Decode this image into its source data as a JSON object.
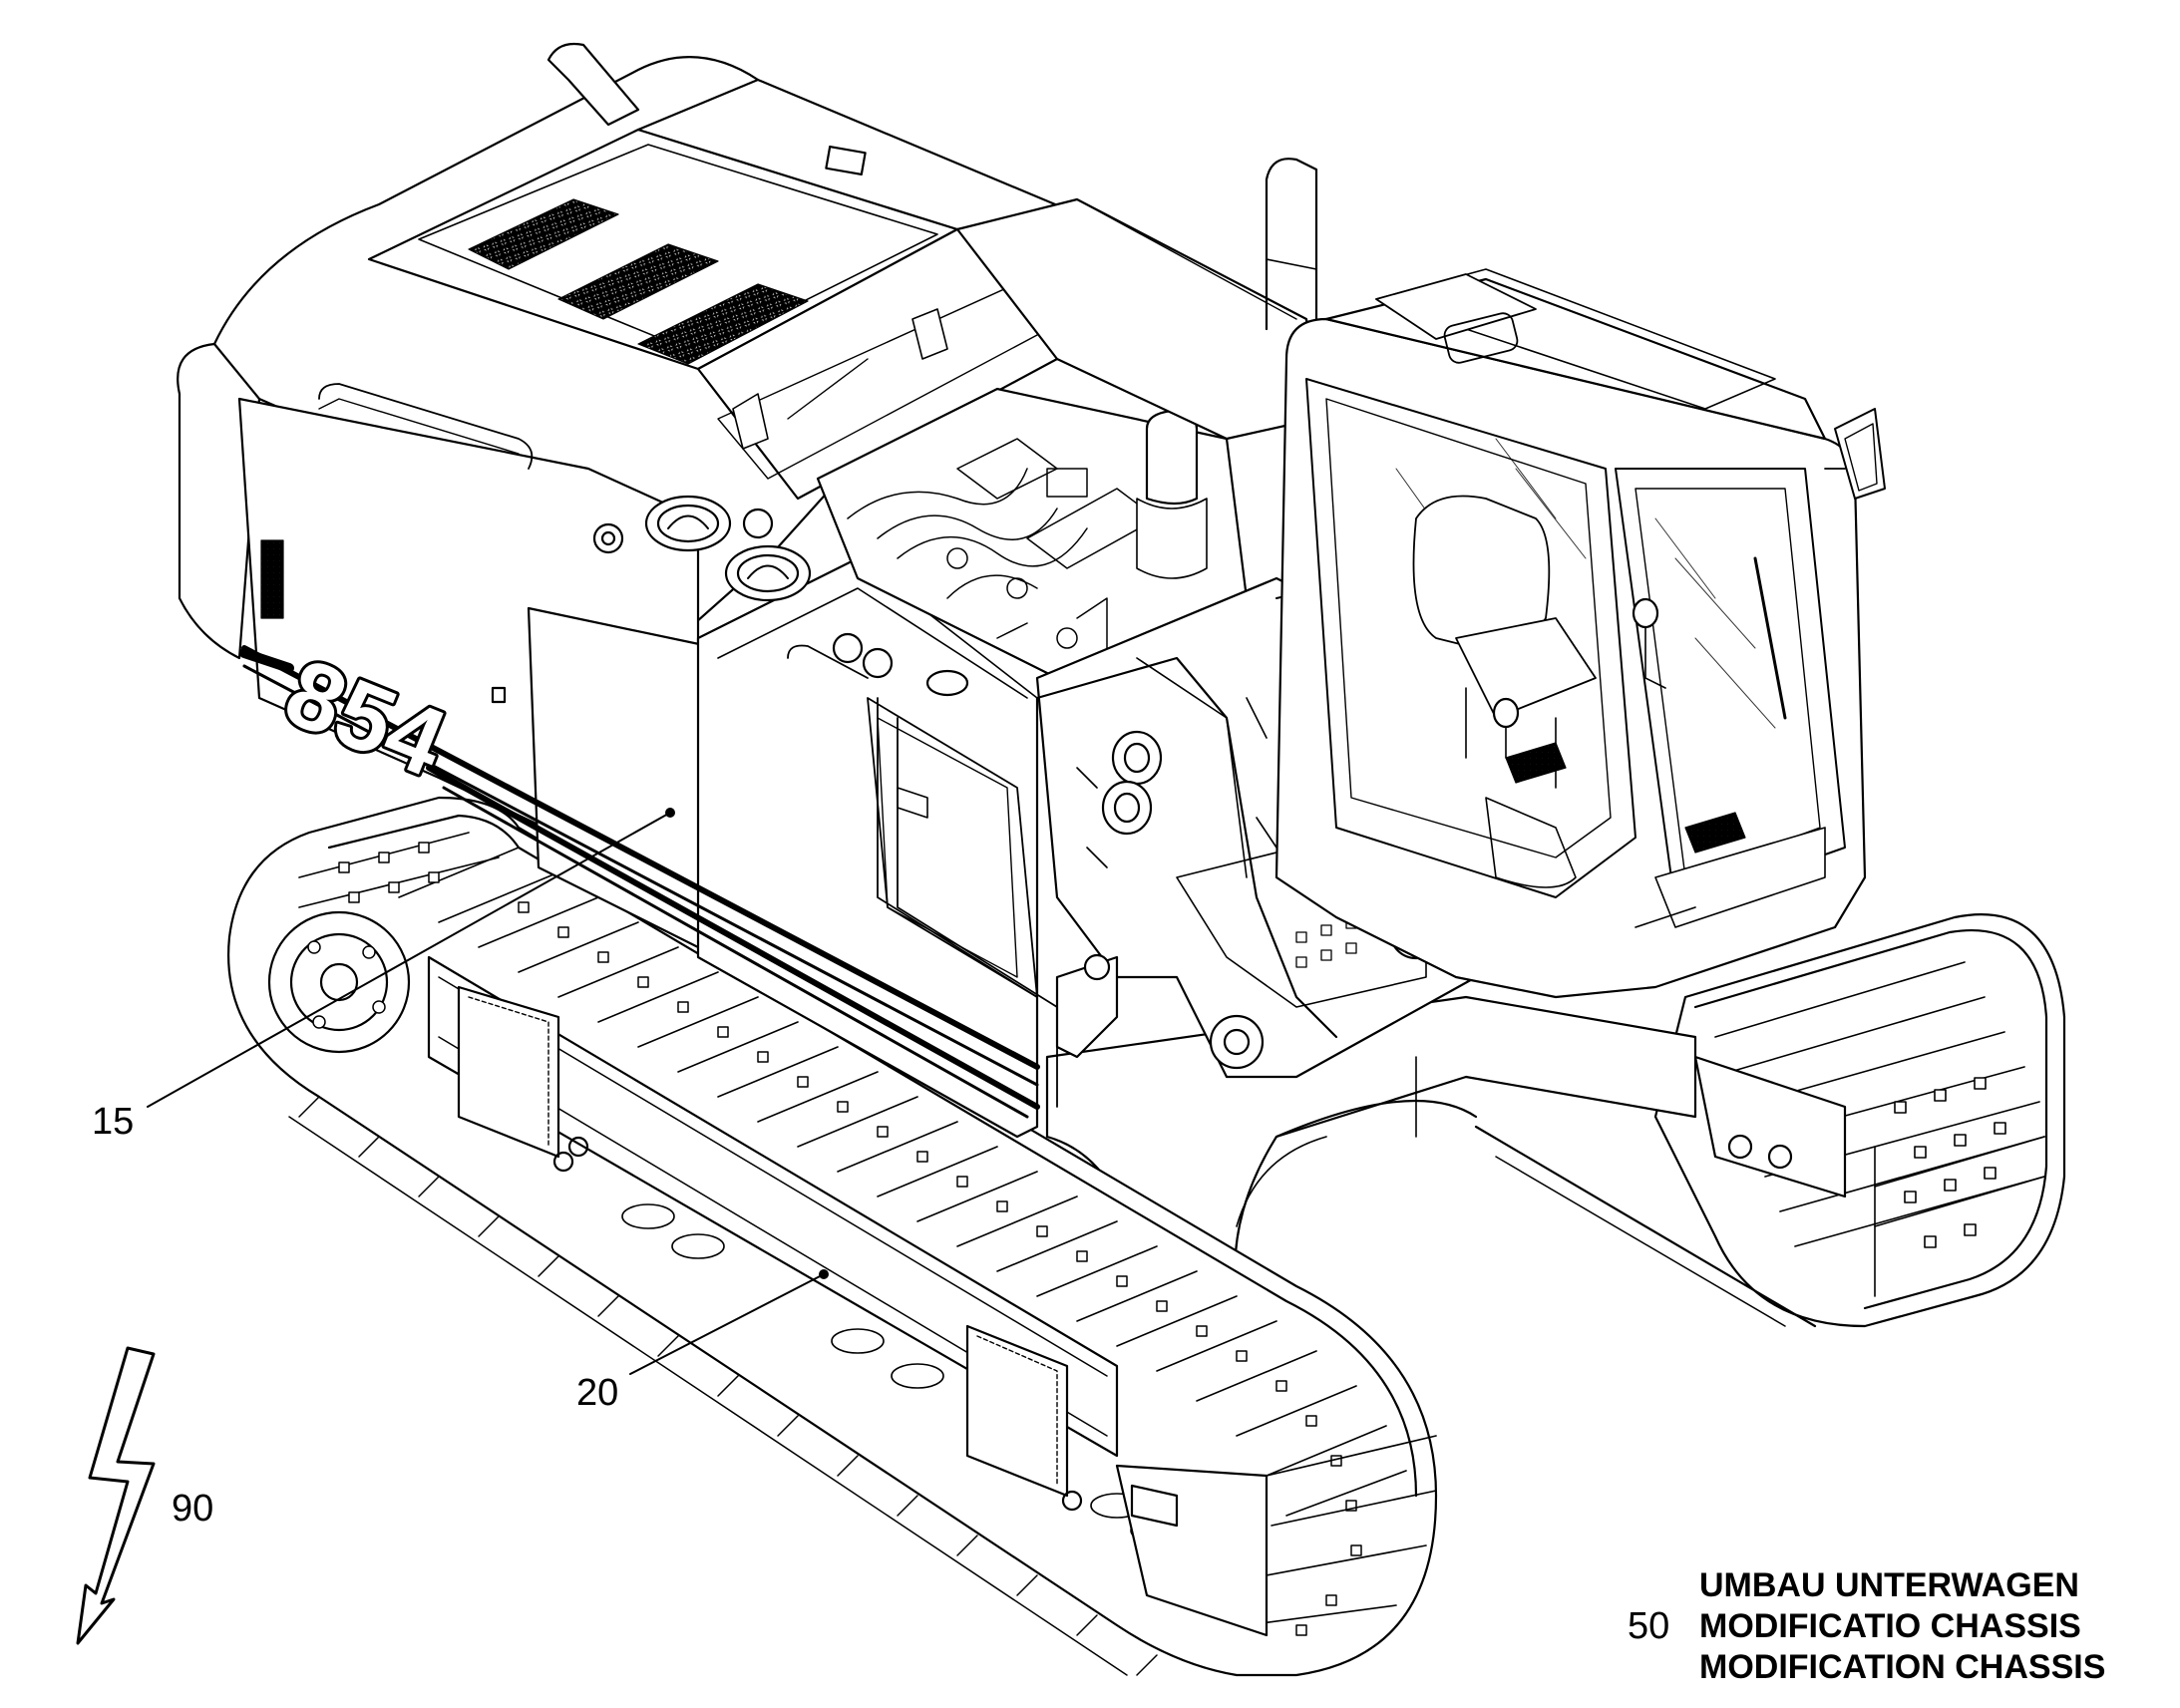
{
  "drawing": {
    "model_marking": "854",
    "callouts": {
      "upperstructure": "15",
      "undercarriage": "20",
      "electrical": "90",
      "group": "50"
    },
    "title_lines": [
      "UMBAU UNTERWAGEN",
      "MODIFICATIO CHASSIS",
      "MODIFICATION CHASSIS"
    ],
    "icons": [
      "lightning-bolt-icon"
    ],
    "colors": {
      "line": "#000000",
      "background": "#ffffff"
    }
  }
}
